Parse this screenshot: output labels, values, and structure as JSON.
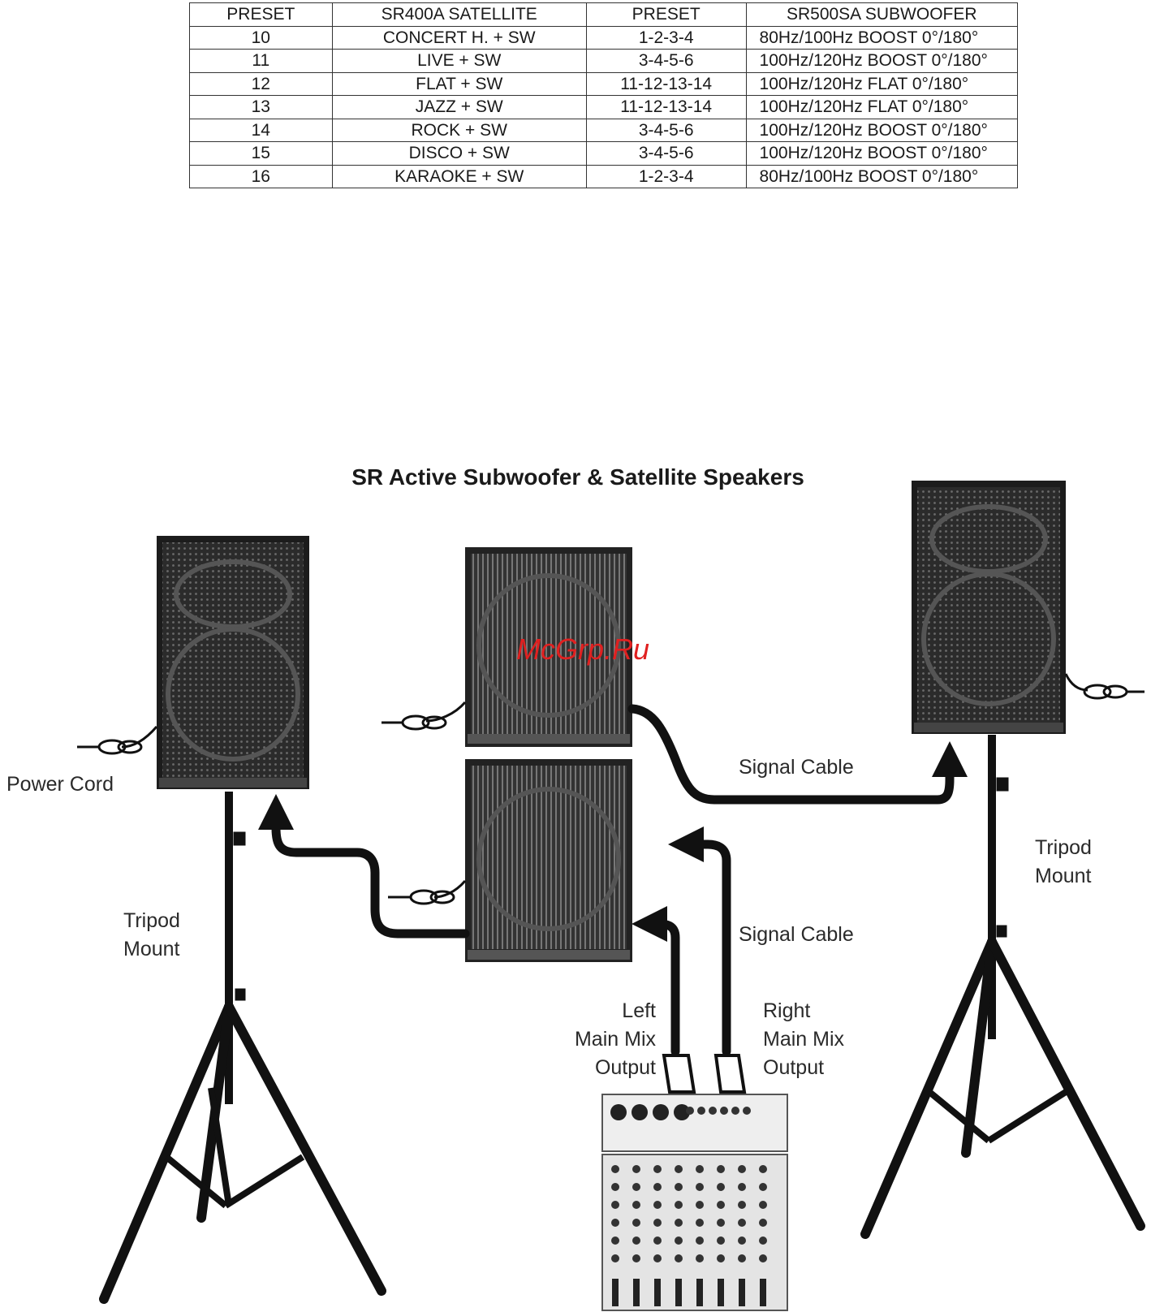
{
  "table": {
    "headers": [
      "PRESET",
      "SR400A SATELLITE",
      "PRESET",
      "SR500SA SUBWOOFER"
    ],
    "rows": [
      [
        "10",
        "CONCERT H. + SW",
        "1-2-3-4",
        "80Hz/100Hz BOOST 0°/180°"
      ],
      [
        "11",
        "LIVE + SW",
        "3-4-5-6",
        "100Hz/120Hz BOOST 0°/180°"
      ],
      [
        "12",
        "FLAT + SW",
        "11-12-13-14",
        "100Hz/120Hz FLAT 0°/180°"
      ],
      [
        "13",
        "JAZZ + SW",
        "11-12-13-14",
        "100Hz/120Hz FLAT 0°/180°"
      ],
      [
        "14",
        "ROCK + SW",
        "3-4-5-6",
        "100Hz/120Hz BOOST 0°/180°"
      ],
      [
        "15",
        "DISCO + SW",
        "3-4-5-6",
        "100Hz/120Hz BOOST 0°/180°"
      ],
      [
        "16",
        "KARAOKE + SW",
        "1-2-3-4",
        "80Hz/100Hz BOOST 0°/180°"
      ]
    ]
  },
  "diagram": {
    "title": "SR Active Subwoofer & Satellite Speakers",
    "watermark": "McGrp.Ru",
    "labels": {
      "power_cord": "Power Cord",
      "tripod_left": [
        "Tripod",
        "Mount"
      ],
      "tripod_right": [
        "Tripod",
        "Mount"
      ],
      "signal_cable_top": "Signal Cable",
      "signal_cable_bottom": "Signal Cable",
      "left_output": [
        "Left",
        "Main Mix",
        "Output"
      ],
      "right_output": [
        "Right",
        "Main Mix",
        "Output"
      ]
    }
  }
}
